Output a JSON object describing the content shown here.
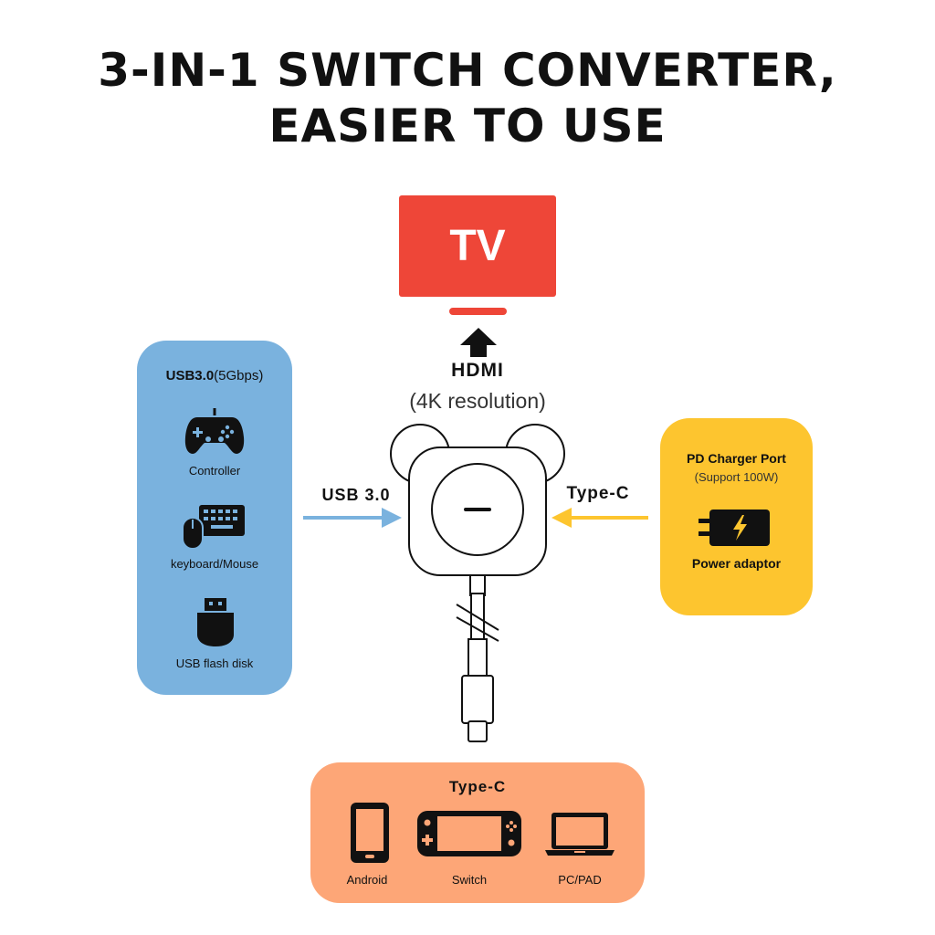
{
  "title": {
    "line1": "3-IN-1 SWITCH CONVERTER,",
    "line2": "EASIER TO USE"
  },
  "tv": {
    "label": "TV",
    "color": "#ee4638"
  },
  "hdmi": {
    "label": "HDMI",
    "sublabel": "(4K resolution)"
  },
  "usb_panel": {
    "color": "#7ab2de",
    "heading_bold": "USB3.0",
    "heading_rest": "(5Gbps)",
    "items": [
      {
        "label": "Controller",
        "icon": "gamepad-icon"
      },
      {
        "label": "keyboard/Mouse",
        "icon": "keyboard-mouse-icon"
      },
      {
        "label": "USB flash disk",
        "icon": "usb-flash-disk-icon"
      }
    ]
  },
  "usb_arrow": {
    "label": "USB 3.0",
    "color": "#7ab2de"
  },
  "typec_arrow": {
    "label": "Type-C",
    "color": "#fdc52f"
  },
  "pd_panel": {
    "color": "#fdc52f",
    "heading": "PD Charger Port",
    "subheading": "(Support 100W)",
    "item_label": "Power adaptor",
    "icon": "power-adaptor-icon"
  },
  "typec_panel": {
    "color": "#fda677",
    "heading": "Type-C",
    "items": [
      {
        "label": "Android",
        "icon": "phone-icon"
      },
      {
        "label": "Switch",
        "icon": "switch-console-icon"
      },
      {
        "label": "PC/PAD",
        "icon": "laptop-icon"
      }
    ]
  }
}
